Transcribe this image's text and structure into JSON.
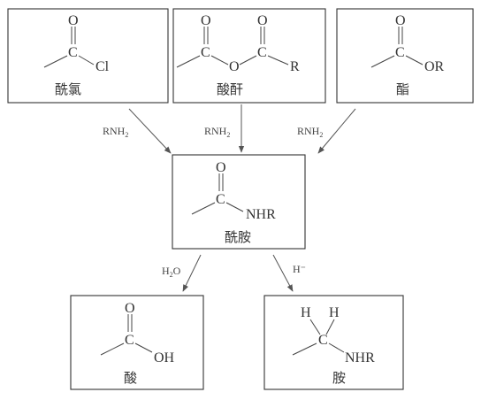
{
  "compounds": {
    "acyl_chloride": {
      "top": "O",
      "center": "C",
      "right": "Cl",
      "name": "酰氯"
    },
    "anhydride": {
      "top1": "O",
      "center1": "C",
      "bridge": "O",
      "top2": "O",
      "center2": "C",
      "right": "R",
      "name": "酸酐"
    },
    "ester": {
      "top": "O",
      "center": "C",
      "right": "OR",
      "name": "酯"
    },
    "amide": {
      "top": "O",
      "center": "C",
      "right": "NHR",
      "name": "酰胺"
    },
    "acid": {
      "top": "O",
      "center": "C",
      "right": "OH",
      "name": "酸"
    },
    "amine": {
      "h1": "H",
      "h2": "H",
      "center": "C",
      "right": "NHR",
      "name": "胺"
    }
  },
  "reagents": {
    "rnh2_main": "RNH",
    "rnh2_sub": "2",
    "h2o_main": "H",
    "h2o_sub": "2",
    "h2o_end": "O",
    "hydride": "H⁻"
  }
}
